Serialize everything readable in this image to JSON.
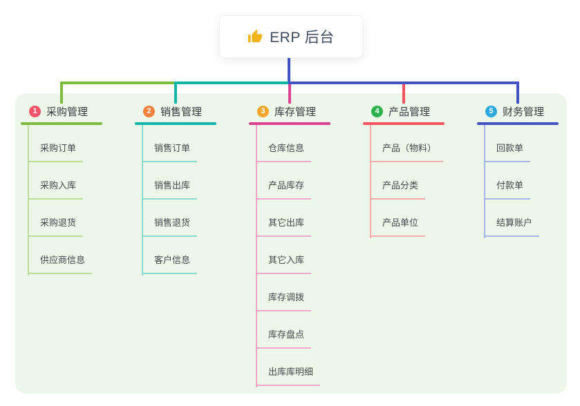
{
  "root": {
    "label": "ERP 后台",
    "icon": "thumbs-up-icon",
    "icon_color": "#f3b41b",
    "connector_color": "#4254c5"
  },
  "panel": {
    "background": "#edf7e9"
  },
  "branches": [
    {
      "num": "1",
      "label": "采购管理",
      "badge_color": "#f4536a",
      "line_color": "#7cb93e",
      "light_line_color": "#bcdd95",
      "children": [
        "采购订单",
        "采购入库",
        "采购退货",
        "供应商信息"
      ]
    },
    {
      "num": "2",
      "label": "销售管理",
      "badge_color": "#f6813c",
      "line_color": "#13b5a9",
      "light_line_color": "#8ad9d1",
      "children": [
        "销售订单",
        "销售出库",
        "销售退货",
        "客户信息"
      ]
    },
    {
      "num": "3",
      "label": "库存管理",
      "badge_color": "#f4a62a",
      "line_color": "#d94390",
      "light_line_color": "#efa6cb",
      "children": [
        "仓库信息",
        "产品库存",
        "其它出库",
        "其它入库",
        "库存调拨",
        "库存盘点",
        "出库库明细"
      ]
    },
    {
      "num": "4",
      "label": "产品管理",
      "badge_color": "#2cb34f",
      "line_color": "#f2555f",
      "light_line_color": "#f8abaf",
      "children": [
        "产品（物料）",
        "产品分类",
        "产品单位"
      ]
    },
    {
      "num": "5",
      "label": "财务管理",
      "badge_color": "#2ba9e0",
      "line_color": "#4254c5",
      "light_line_color": "#a6b3e8",
      "children": [
        "回款单",
        "付款单",
        "结算账户"
      ]
    }
  ]
}
